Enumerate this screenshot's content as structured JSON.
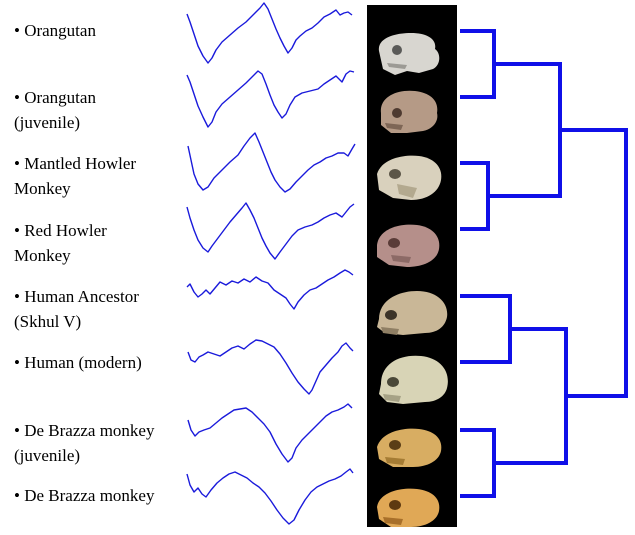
{
  "taxa": [
    {
      "lines": [
        "• Orangutan"
      ],
      "skull": "orangutan-skull-icon"
    },
    {
      "lines": [
        "• Orangutan",
        "(juvenile)"
      ],
      "skull": "juvenile-orangutan-skull-icon"
    },
    {
      "lines": [
        "• Mantled Howler",
        "Monkey"
      ],
      "skull": "mantled-howler-skull-icon"
    },
    {
      "lines": [
        "• Red Howler",
        "Monkey"
      ],
      "skull": "red-howler-skull-icon"
    },
    {
      "lines": [
        "• Human Ancestor",
        "(Skhul V)"
      ],
      "skull": "skhul-v-skull-icon"
    },
    {
      "lines": [
        "• Human (modern)"
      ],
      "skull": "modern-human-skull-icon"
    },
    {
      "lines": [
        "• De Brazza monkey",
        "(juvenile)"
      ],
      "skull": "juvenile-de-brazza-skull-icon"
    },
    {
      "lines": [
        "• De Brazza monkey"
      ],
      "skull": "de-brazza-skull-icon"
    }
  ],
  "colors": {
    "curve": "#1a1adb",
    "tree": "#1010e8",
    "strip": "#000000"
  }
}
